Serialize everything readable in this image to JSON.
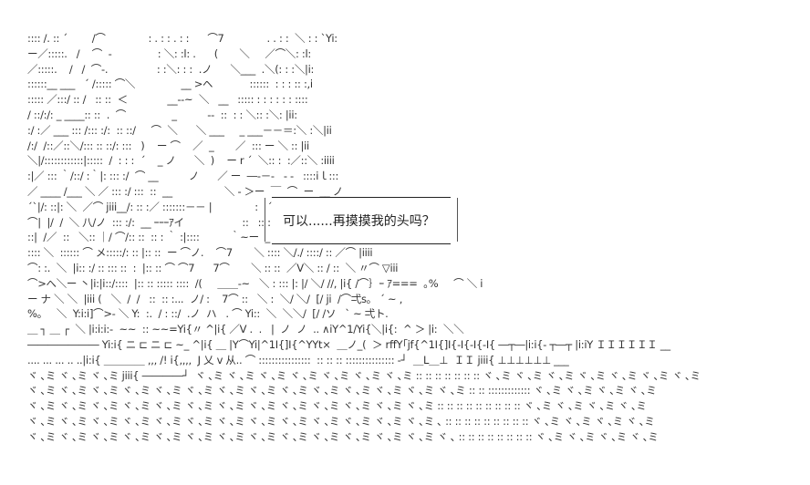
{
  "speech_bubble": {
    "text": "可以......再摸摸我的头吗？"
  },
  "art_rows": [
    ":::: /. :: ´        /⌒              : . : : . : :      ⌒7              . . : :  ＼ : : `Yi:",
    "ー／:::::.   /    ⌒  -               : ＼: :l: .      (       ＼     ／⌒＼: :l:",
    "／:::::.    /   /  ⌒-.                : :＼: : :  .ノ      ＼___  .＼(: : :＼|i:",
    "::::::__ ___   ´ /::::: ⌒＼               __ >ヘ            ::::::  : : : :: :,i",
    "::::: ／:::/ :: /   :: ::  ＜             __--~  ＼   __   ::::: : : : : : : ::::",
    "/ ::/:/: _ ____:: ::  .  ⌒               _          ‐‐  ::  : : ＼:: :＼: |ii:",
    ":/ :／ ___ ::: /::: :/:  :: ::/     ⌒  ＼      ＼ ___     _ ___－－＝:＼ :＼|ii",
    "/:/  /::／::＼/::: :: ::/: :::   )    ー ⌒    ／  _       ／  ::: ー ＼ :: |ii",
    "＼|/::::::::::::|:::::  /  : : :  ´    _ ノ      ＼  )    ー r ´  ＼:: :  :／::＼ :iiii",
    ":|／ ::: ｀/::/ :｀|: ::: :/  ⌒ __          ノ      ／ ー  ―‐－‐   ‐ ‐   ::::iｌ:::",
    "／ ____ /___ ＼ ／ ::: :/ :::  ::  __                 ＼ ‐ ＞ー  ￣  ⌒  ー  __ ノ",
    "´`|/: ::|: ＼  ／⌒ jiii__/: :: :／ :::::::－－ |              :   ´ :   :: : / : Y   ::: ノ  :",
    "⌒|  |/  /  ＼ 八/ノ  ::: :/:  __ ｰｰｰｱイ                   ::   :: : |ii＼  ー‐ __  ‐-~",
    "::|  /／  ::   ＼:: ｜/ ⌒/:: ::  :: : ｀ :|::::          ｀~ー  _ ＞ _ ::: ]/:  ｀~´｢￣ ノ",
    ":::: ＼  :::::: ⌒ メ:::::/: :: |:: ::  ー ⌒ノ.    ⌒7       ＼ :::: ＼/./ ::::/ :: ／⌒ |iiii",
    "⌒: :.  ＼  |i:: :/ :: ::: ::  :  |:: :: ⌒ ⌒7      7⌒       ＼ :: ::  ／V＼ :: / ::  ＼ 〃⌒ ▽iii",
    "⌒>へ＼ー 丶|i:|i::/::::  |:: :: ::::: ::::  /(     ＿＿‐~   ＼ : ::: |: |/ ＼/ //, |i{ /⌒｝ｰ ｱ===  ｡%     ⌒ ＼ i",
    "ー ナ ＼ ＼  |iii (   ＼  /  /   ::  :: :...  ノ/ :    7⌒ ::   ＼ :  ＼/ ＼/  [/ ji  /⌒弌s。 ´ ~ ,",
    "%。   ＼  Y:i:i]⌒>- ＼ Y:  :.  / : ::/  .ノ  ハ   . ⌒ Yi::  ＼  ＼＼/  [/ /ソ   ` ~ 弌ト.",
    "＿ ┐ ＿ ┌  ＼ |i:i:i:-  ~~  :: ~~=Yi{〃 ^|i{ ／V .  .   |  ノ  ノ  .. ∧iY^1/Yi{＼|i{:  ^ ＞ |i:  ＼＼",
    "――――――― Yi:i{ ニ ⊏ ニ ⊏ ~_ ^|i{ ＿ |Y⌒Yi|^1I{]I{^YYt×  ＿ノ_(  ＞ rffY｢jf{^1I{]I{-I{-I{-I{ ―┬―|i:i{- ┬―┬ |i:iY ＩＩＩＩＩＩ __",
    ".... ... ... .. ..|i:i{ ＿＿＿＿ ,,, /! i{,,,,  J 乂 v 从.. ⌒ ::::::::::::::::  :: :: :: ::::::::::::::: -┘  ＿L＿⊥  ＩＩ jiii{ ⊥⊥⊥⊥⊥⊥ ___",
    "ヾ ､ミ ヾ ､ミ ヾ ､ミ jiii{ ――――┘  ヾ ､ミ ヾ ､ミ ヾ ､ミ ヾ ､ミ ヾ ､ミ ヾ ､ミ ヾ ､ミ :: :: :: :: :: :: :: ヾ ､ミ ヾ ､ミ ヾ ､ミ ヾ ､ミ ヾ ､ミ ヾ ､ミ ヾ ､ミ",
    "ヾ ､ミ ヾ ､ミ ヾ ､ミ ヾ ､ミ ヾ ､ミ ヾ ､ミ ヾ ､ミ ヾ ､ミ ヾ ､ミ ヾ ､ミ ヾ ､ミ ヾ ､ミ ヾ ､ミ ヾ ､ミ :: :: ::::::::::::: ヾ ､ミ ヾ ､ミ ヾ ､ミ ヾ ､ミ",
    "ヾ ､ミ ヾ ､ミ ヾ ､ミ ヾ ､ミ ヾ ､ミ ヾ ､ミ ヾ ､ミ ヾ ､ミ ヾ ､ミ ヾ ､ミ ヾ ､ミ ヾ ､ミ ヾ ､ミ :: :: :: :: :: :: :: :: :: ヾ ､ミ ヾ ､ミ ヾ ､ミ ヾ ､ミ",
    "ヾ ､ミ ヾ ､ミ ヾ ､ミ ヾ ､ミ ヾ ､ミ ヾ ､ミ ヾ ､ミ ヾ ､ミ ヾ ､ミ ヾ ､ミ ヾ ､ミ ヾ ､ミ ヾ ､ミ ､ :: :: :: :: :: :: :: :: :: ヾ ､ミ ヾ ､ミ ヾ ､ミ ヾ ､ミ",
    "ヾ ､ミ ヾ ､ミ ヾ ､ミ ヾ ､ミ ヾ ､ミ ヾ ､ミ ヾ ､ミ ヾ ､ミ ヾ ､ミ ヾ ､ミ ヾ ､ミ ヾ ､ミ ヾ ､ミ ヾ ､ :: :: :: :: :: :: :: :: ヾ ､ミ ヾ ､ミ ヾ ､ミ ヾ ､ミ"
  ]
}
